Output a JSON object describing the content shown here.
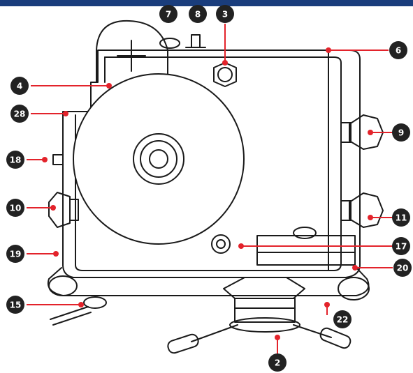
{
  "header_bar_color": "#1a3d7c",
  "colors": {
    "outline": "#1a1a1a",
    "callout_line": "#e3232b",
    "callout_dot": "#e3232b",
    "callout_badge": "#222222"
  },
  "callouts": [
    {
      "id": "7",
      "label": "7"
    },
    {
      "id": "8",
      "label": "8"
    },
    {
      "id": "3",
      "label": "3"
    },
    {
      "id": "6",
      "label": "6"
    },
    {
      "id": "4",
      "label": "4"
    },
    {
      "id": "28",
      "label": "28"
    },
    {
      "id": "9",
      "label": "9"
    },
    {
      "id": "18",
      "label": "18"
    },
    {
      "id": "10",
      "label": "10"
    },
    {
      "id": "11",
      "label": "11"
    },
    {
      "id": "17",
      "label": "17"
    },
    {
      "id": "19",
      "label": "19"
    },
    {
      "id": "20",
      "label": "20"
    },
    {
      "id": "15",
      "label": "15"
    },
    {
      "id": "22",
      "label": "22"
    },
    {
      "id": "2",
      "label": "2"
    }
  ]
}
